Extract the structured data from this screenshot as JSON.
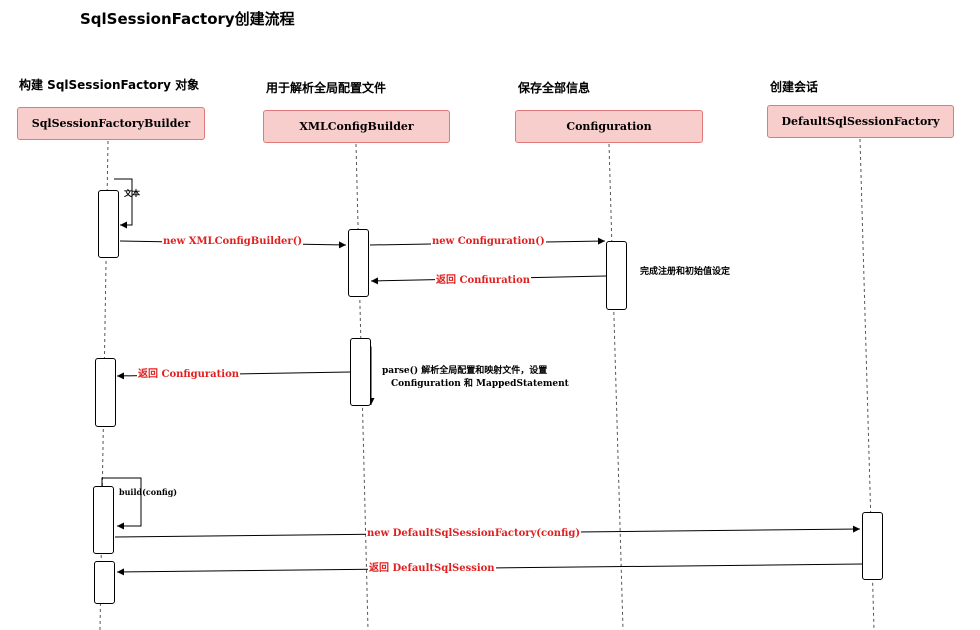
{
  "title": "SqlSessionFactory创建流程",
  "lanes": [
    {
      "heading": "构建 SqlSessionFactory 对象",
      "box": "SqlSessionFactoryBuilder"
    },
    {
      "heading": "用于解析全局配置文件",
      "box": "XMLConfigBuilder"
    },
    {
      "heading": "保存全部信息",
      "box": "Configuration"
    },
    {
      "heading": "创建会话",
      "box": "DefaultSqlSessionFactory"
    }
  ],
  "messages": {
    "self_call": "文本",
    "new_xml": "new XMLConfigBuilder()",
    "new_config": "new Configuration()",
    "return_confiuration": "返回 Confiuration",
    "return_configuration": "返回 Configuration",
    "build_config": "build(config)",
    "new_default_factory": "new DefaultSqlSessionFactory(config)",
    "return_default_session": "返回 DefaultSqlSession"
  },
  "notes": {
    "config_init": "完成注册和初始值设定",
    "parse_line1": "parse() 解析全局配置和映射文件，设置",
    "parse_line2": "Configuration 和 MappedStatement"
  },
  "colors": {
    "box_fill": "#f8cecc",
    "box_border": "#e0797a",
    "message_text": "#e02020"
  }
}
